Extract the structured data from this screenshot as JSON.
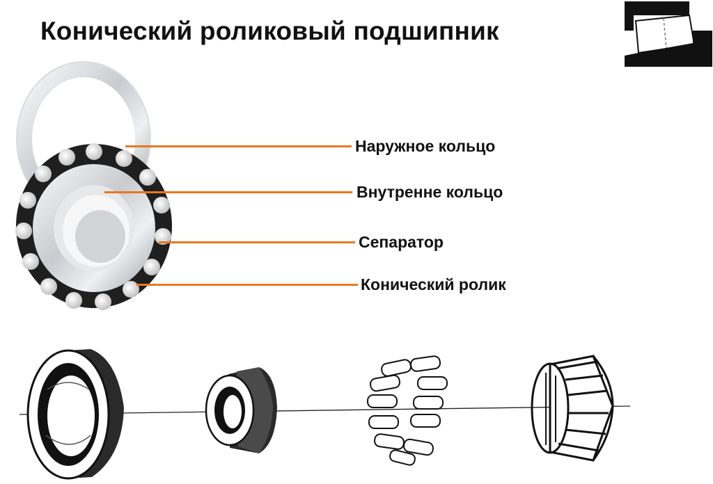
{
  "title": "Конический роликовый подшипник",
  "accent_color": "#e87722",
  "icon": "tapered-bearing-cross-section-icon",
  "components": [
    {
      "label": "Наружное кольцо"
    },
    {
      "label": "Внутренне кольцо"
    },
    {
      "label": "Сепаратор"
    },
    {
      "label": "Конический ролик"
    }
  ]
}
